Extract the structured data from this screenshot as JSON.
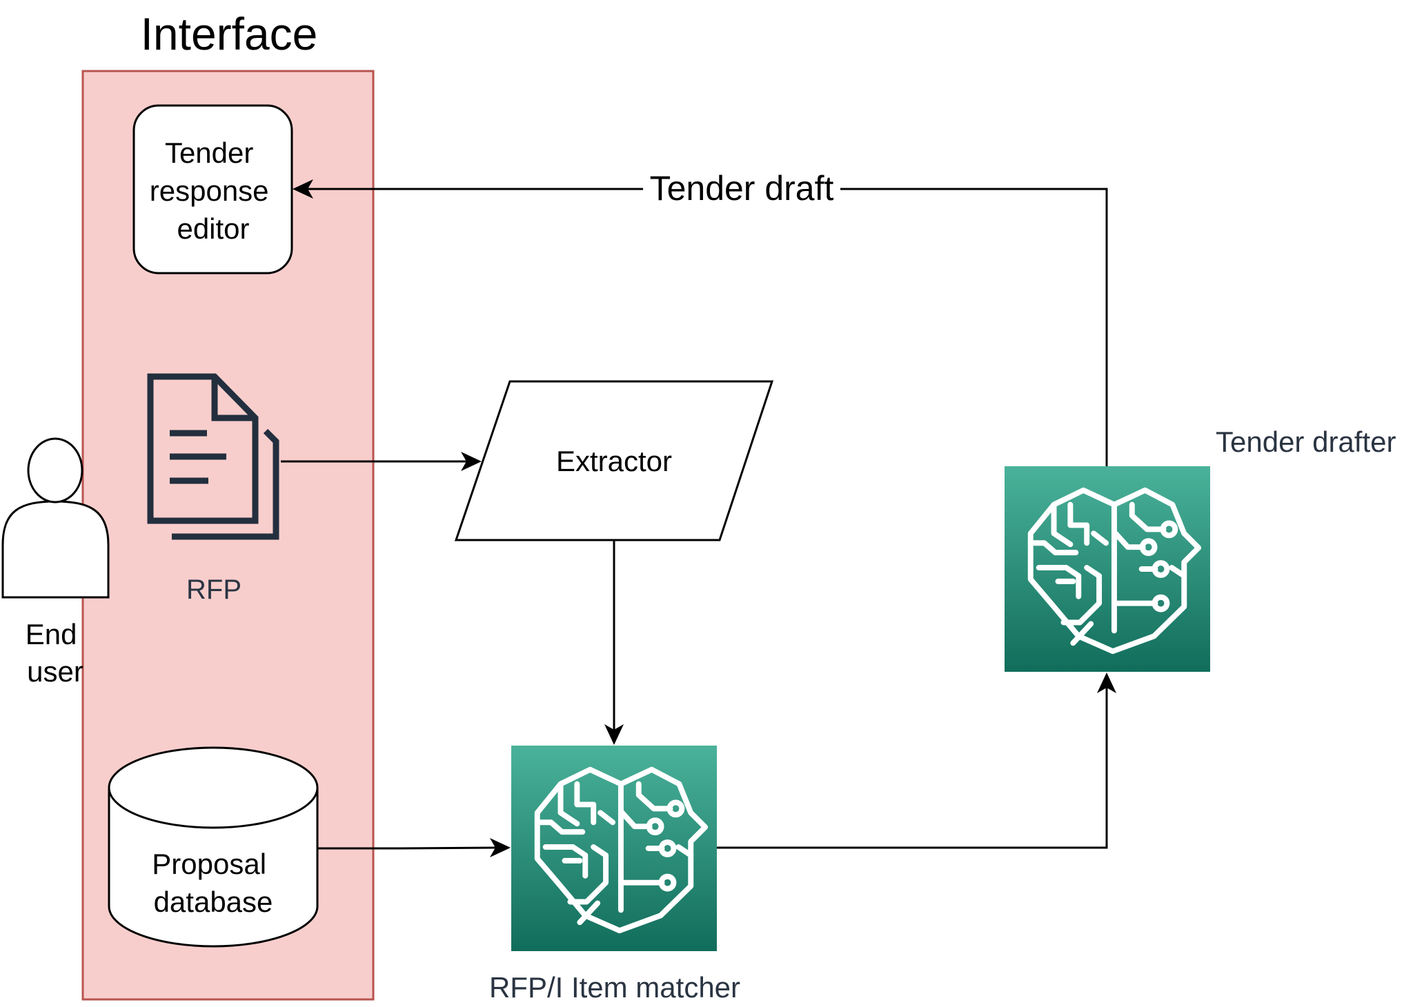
{
  "interface": {
    "title": "Interface",
    "fill": "#f8cecc",
    "border": "#b85450"
  },
  "nodes": {
    "tender_response_editor": {
      "lines": [
        "Tender",
        "response",
        "editor"
      ]
    },
    "rfp": {
      "label": "RFP"
    },
    "end_user": {
      "lines": [
        "End",
        "user"
      ]
    },
    "proposal_database": {
      "lines": [
        "Proposal",
        "database"
      ]
    },
    "extractor": {
      "label": "Extractor"
    },
    "item_matcher": {
      "label": "RFP/I Item matcher",
      "icon": "brain-circuit-icon"
    },
    "tender_drafter": {
      "label": "Tender drafter",
      "icon": "brain-circuit-icon"
    }
  },
  "edges": {
    "tender_draft": {
      "label": "Tender draft"
    }
  },
  "colors": {
    "ml_top": "#4ab29a",
    "ml_bottom": "#116d5b",
    "icon_dark": "#232f3e",
    "label_gray": "#2a3442"
  }
}
